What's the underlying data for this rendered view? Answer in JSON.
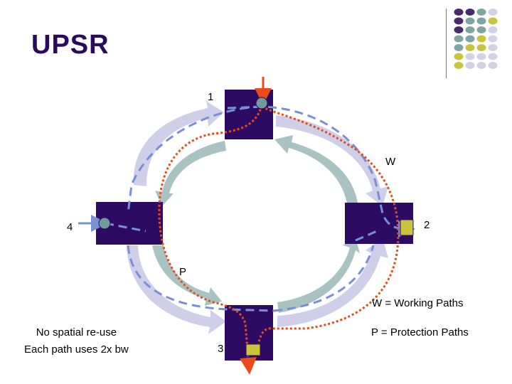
{
  "title": "UPSR",
  "nodes": [
    {
      "id": "1",
      "label": "1"
    },
    {
      "id": "2",
      "label": "2"
    },
    {
      "id": "3",
      "label": "3"
    },
    {
      "id": "4",
      "label": "4"
    }
  ],
  "ring_labels": {
    "working": "W",
    "protection": "P"
  },
  "legend": {
    "working": "W = Working Paths",
    "protection": "P = Protection Paths"
  },
  "notes": {
    "line1": "No spatial re-use",
    "line2": "Each path uses 2x bw"
  },
  "colors": {
    "node": "#2e0b63",
    "working_arrow": "#c9c9e6",
    "protection_arrow": "#aac4c4",
    "dashed_path": "#7a8fd6",
    "dotted_path": "#e84a1a",
    "teal_dot": "#6f9c9a",
    "yellow_box": "#c8c43c"
  }
}
